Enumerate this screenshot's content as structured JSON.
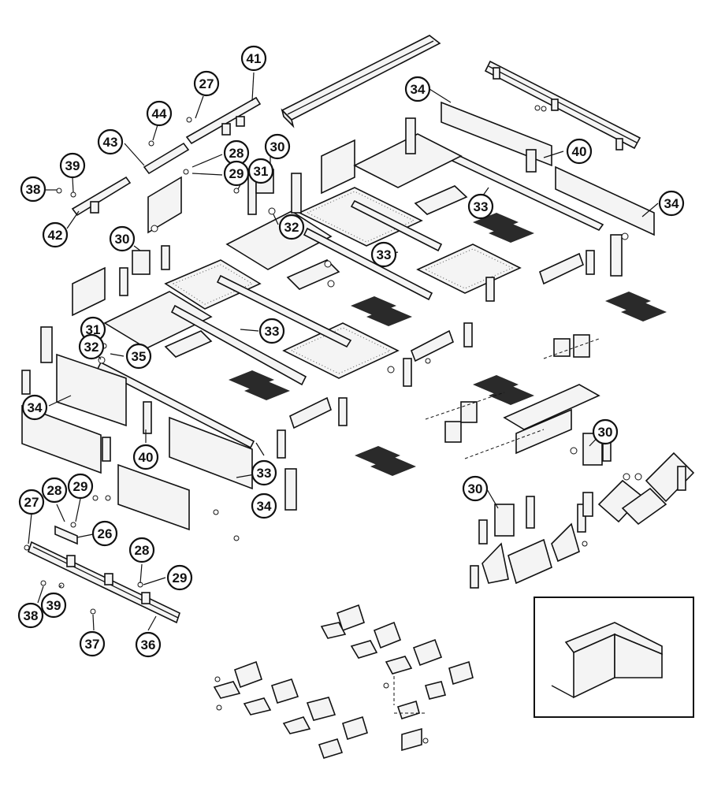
{
  "callouts": [
    {
      "id": "c41",
      "label": "41"
    },
    {
      "id": "c27a",
      "label": "27"
    },
    {
      "id": "c44",
      "label": "44"
    },
    {
      "id": "c43",
      "label": "43"
    },
    {
      "id": "c28a",
      "label": "28"
    },
    {
      "id": "c29a",
      "label": "29"
    },
    {
      "id": "c30a",
      "label": "30"
    },
    {
      "id": "c31a",
      "label": "31"
    },
    {
      "id": "c39a",
      "label": "39"
    },
    {
      "id": "c38a",
      "label": "38"
    },
    {
      "id": "c42",
      "label": "42"
    },
    {
      "id": "c32a",
      "label": "32"
    },
    {
      "id": "c30b",
      "label": "30"
    },
    {
      "id": "c34a",
      "label": "34"
    },
    {
      "id": "c40a",
      "label": "40"
    },
    {
      "id": "c33a",
      "label": "33"
    },
    {
      "id": "c34b",
      "label": "34"
    },
    {
      "id": "c33b",
      "label": "33"
    },
    {
      "id": "c33c",
      "label": "33"
    },
    {
      "id": "c31b",
      "label": "31"
    },
    {
      "id": "c32b",
      "label": "32"
    },
    {
      "id": "c35",
      "label": "35"
    },
    {
      "id": "c34c",
      "label": "34"
    },
    {
      "id": "c40b",
      "label": "40"
    },
    {
      "id": "c33d",
      "label": "33"
    },
    {
      "id": "c34d",
      "label": "34"
    },
    {
      "id": "c30c",
      "label": "30"
    },
    {
      "id": "c30d",
      "label": "30"
    },
    {
      "id": "c27b",
      "label": "27"
    },
    {
      "id": "c28b",
      "label": "28"
    },
    {
      "id": "c29b",
      "label": "29"
    },
    {
      "id": "c26",
      "label": "26"
    },
    {
      "id": "c28c",
      "label": "28"
    },
    {
      "id": "c29c",
      "label": "29"
    },
    {
      "id": "c38b",
      "label": "38"
    },
    {
      "id": "c39b",
      "label": "39"
    },
    {
      "id": "c37",
      "label": "37"
    },
    {
      "id": "c36",
      "label": "36"
    }
  ],
  "colors": {
    "ink": "#111111",
    "paper": "#ffffff",
    "grate": "#2a2a2a"
  }
}
